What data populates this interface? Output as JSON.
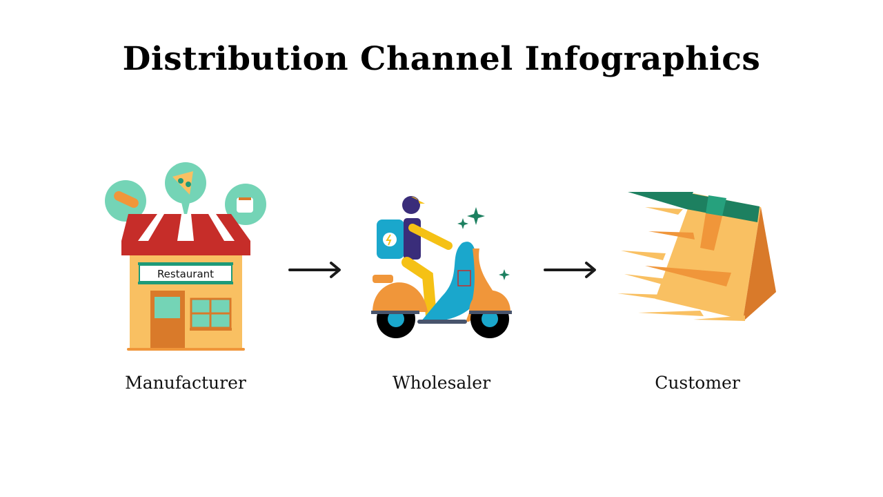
{
  "title": "Distribution Channel Infographics",
  "steps": [
    {
      "label": "Manufacturer",
      "icon": "restaurant-icon",
      "sign_text": "Restaurant"
    },
    {
      "label": "Wholesaler",
      "icon": "delivery-scooter-icon"
    },
    {
      "label": "Customer",
      "icon": "fast-package-icon"
    }
  ],
  "colors": {
    "red": "#c62d29",
    "teal": "#74d4b6",
    "orange": "#f0963a",
    "yellow": "#f9c062",
    "green": "#1d8060",
    "blue": "#1aa7cc"
  }
}
